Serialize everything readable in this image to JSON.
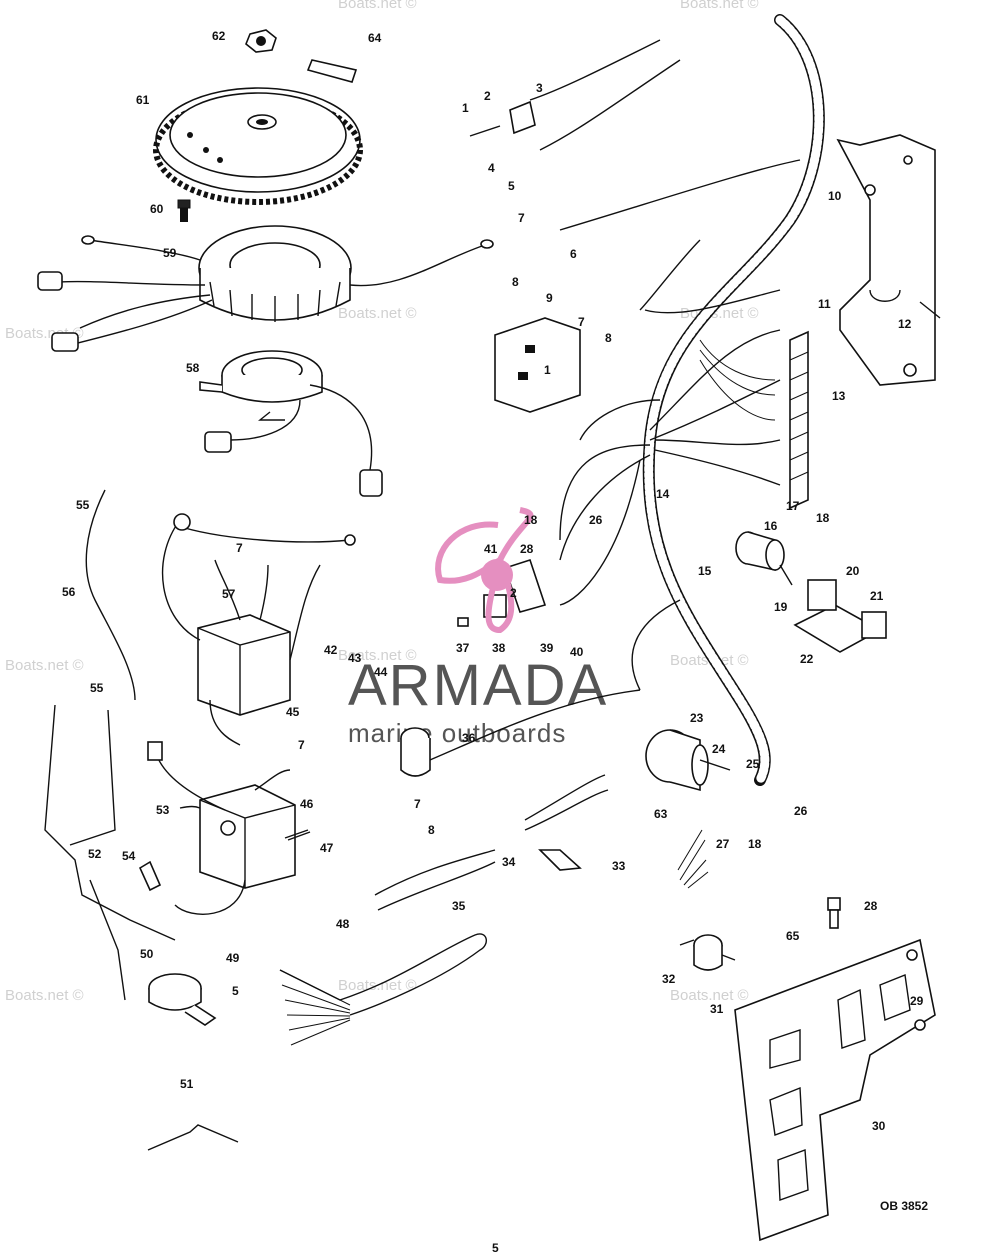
{
  "watermarks": [
    "Boats.net ©",
    "Boats.net ©",
    "Boats.net ©",
    "Boats.net ©",
    "Boats.net ©",
    "Boats.net ©",
    "Boats.net ©",
    "Boats.net ©",
    "Boats.net ©",
    "Boats.net ©",
    "Boats.net ©"
  ],
  "brand": {
    "name": "ARMADA",
    "tagline": "marine outboards",
    "logo_color": "#e58fc0"
  },
  "diagram_code": "OB 3852",
  "page_number": "5",
  "callouts": [
    "1",
    "2",
    "3",
    "4",
    "5",
    "6",
    "7",
    "8",
    "9",
    "7",
    "8",
    "1",
    "10",
    "11",
    "12",
    "13",
    "14",
    "15",
    "16",
    "17",
    "18",
    "20",
    "19",
    "21",
    "22",
    "18",
    "26",
    "41",
    "28",
    "2",
    "37",
    "38",
    "39",
    "40",
    "23",
    "24",
    "25",
    "26",
    "27",
    "18",
    "63",
    "28",
    "29",
    "30",
    "31",
    "32",
    "65",
    "33",
    "34",
    "35",
    "36",
    "7",
    "8",
    "42",
    "43",
    "44",
    "45",
    "7",
    "57",
    "55",
    "56",
    "55",
    "52",
    "54",
    "53",
    "46",
    "47",
    "48",
    "49",
    "5",
    "50",
    "51",
    "7",
    "58",
    "59",
    "60",
    "61",
    "62",
    "64"
  ]
}
